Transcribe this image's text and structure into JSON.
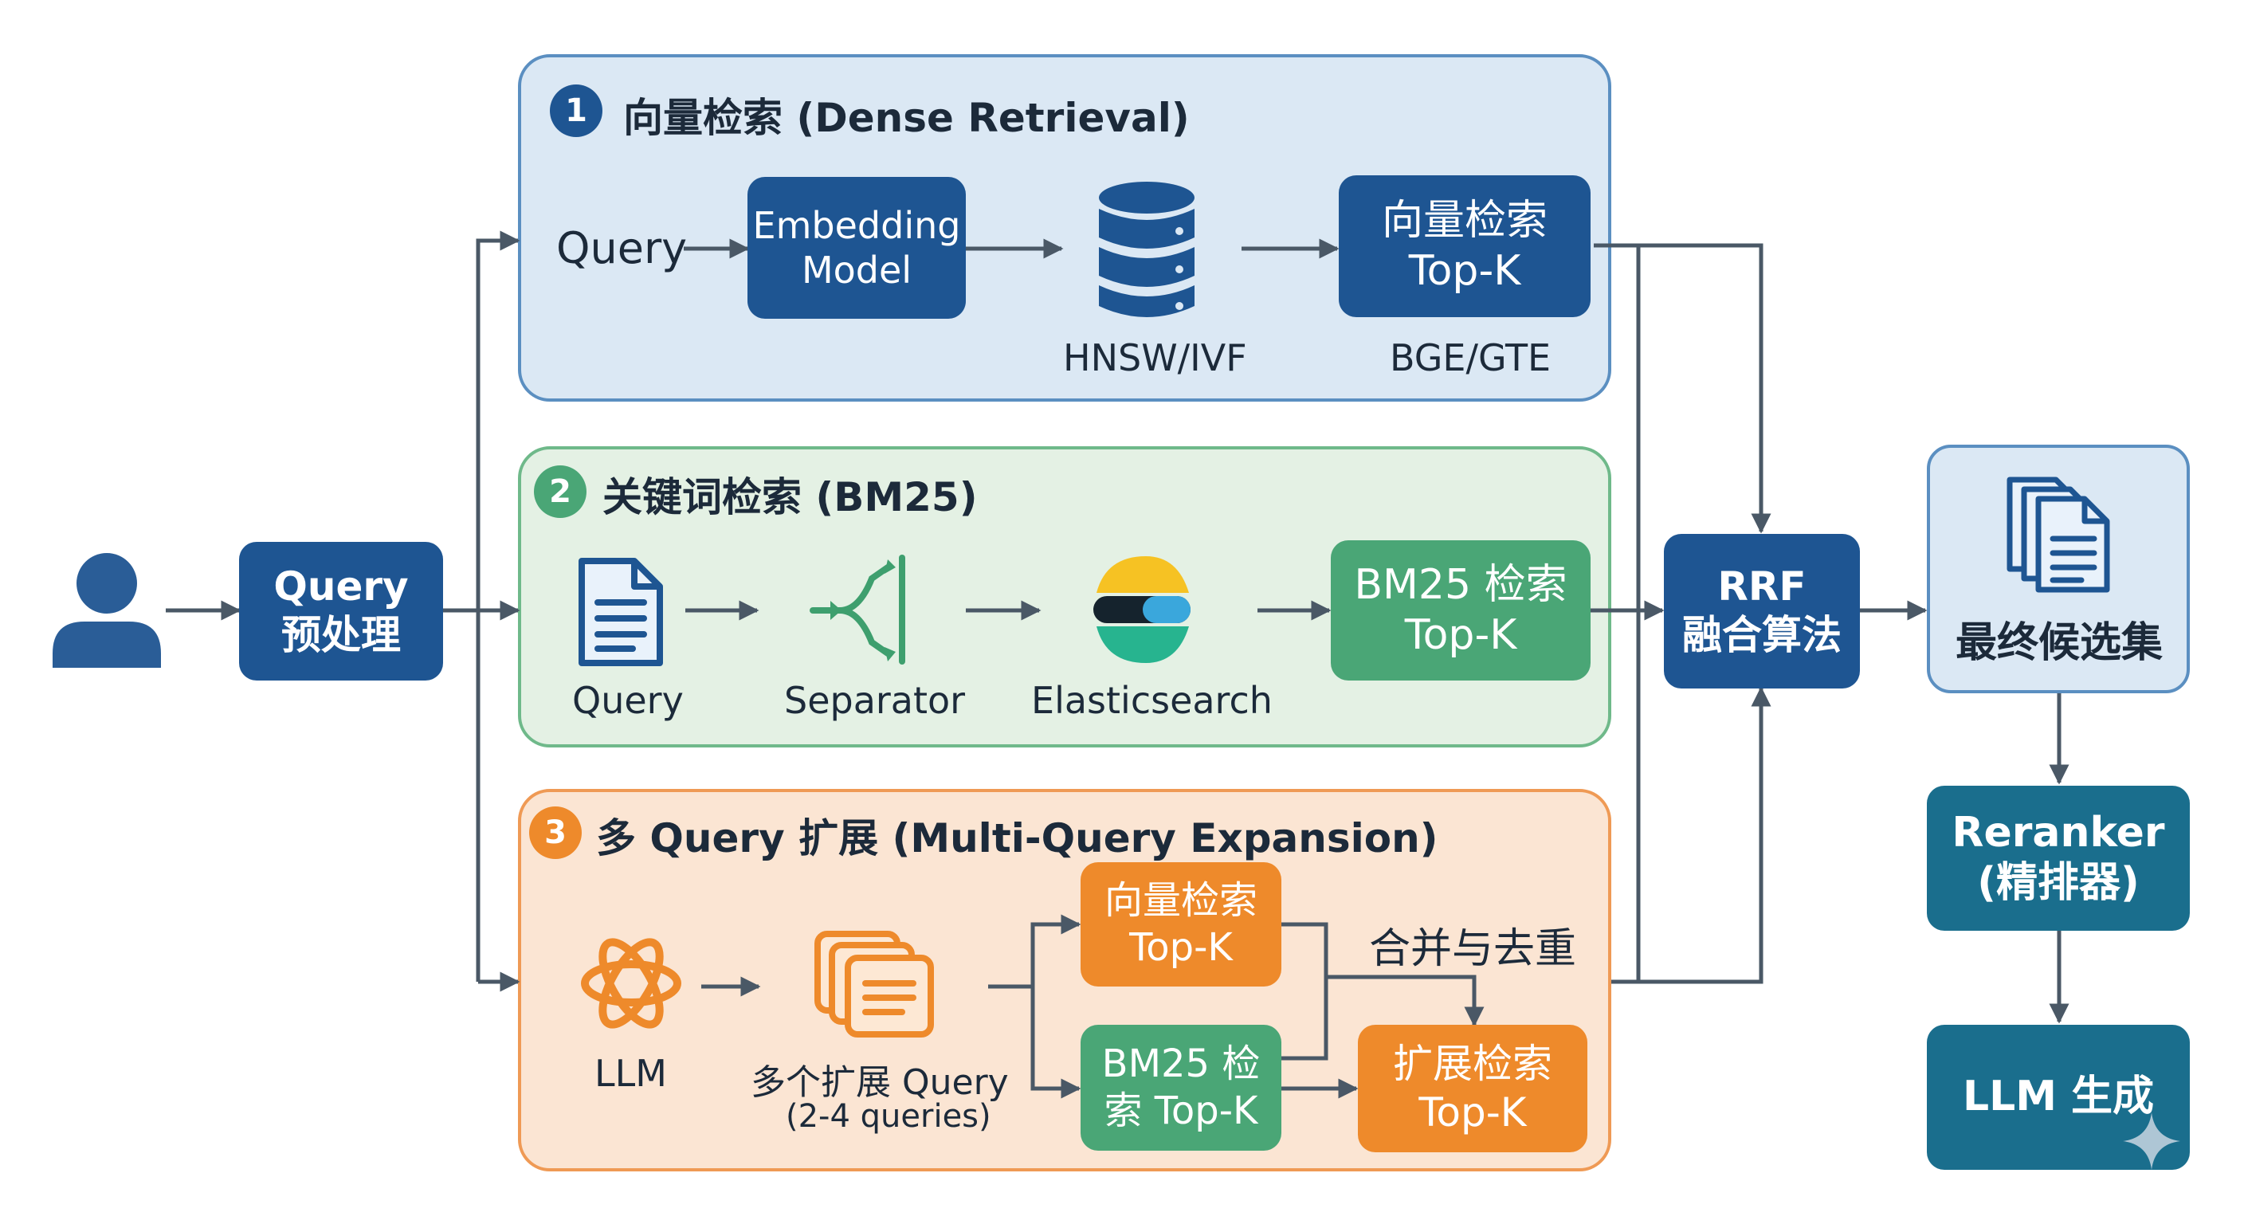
{
  "user": {
    "icon": "user-icon"
  },
  "preprocess": {
    "line1": "Query",
    "line2": "预处理"
  },
  "dense": {
    "badge": "1",
    "title": "向量检索 (Dense Retrieval)",
    "query_label": "Query",
    "embed_line1": "Embedding",
    "embed_line2": "Model",
    "db_icon": "database-icon",
    "db_caption": "HNSW/IVF",
    "topk_line1": "向量检索",
    "topk_line2": "Top-K",
    "topk_caption": "BGE/GTE"
  },
  "bm25": {
    "badge": "2",
    "title": "关键词检索 (BM25)",
    "doc_icon": "document-icon",
    "doc_caption": "Query",
    "sep_icon": "separator-icon",
    "sep_caption": "Separator",
    "es_icon": "elasticsearch-logo-icon",
    "es_caption": "Elasticsearch",
    "topk_line1": "BM25 检索",
    "topk_line2": "Top-K"
  },
  "multi": {
    "badge": "3",
    "title": "多 Query 扩展 (Multi-Query Expansion)",
    "llm_icon": "llm-logo-icon",
    "llm_caption": "LLM",
    "stack_icon": "document-stack-icon",
    "expand_caption": "多个扩展 Query",
    "expand_sub": "(2-4 queries)",
    "vec_line1": "向量检索",
    "vec_line2": "Top-K",
    "bm_line1": "BM25 检",
    "bm_line2": "索 Top-K",
    "merge_label": "合并与去重",
    "exp_line1": "扩展检索",
    "exp_line2": "Top-K"
  },
  "rrf": {
    "line1": "RRF",
    "line2": "融合算法"
  },
  "final": {
    "icon": "document-stack-icon",
    "label": "最终候选集"
  },
  "reranker": {
    "line1": "Reranker",
    "line2": "(精排器)"
  },
  "llmgen": {
    "label": "LLM 生成"
  },
  "colors": {
    "navy": "#1e5592",
    "teal": "#1a6e8d",
    "green": "#4aa676",
    "orange": "#ee8a2b",
    "arrow": "#4a5866",
    "dense_bg": "#dbe8f4",
    "bm25_bg": "#e4f1e4",
    "multi_bg": "#fbe5d3"
  }
}
